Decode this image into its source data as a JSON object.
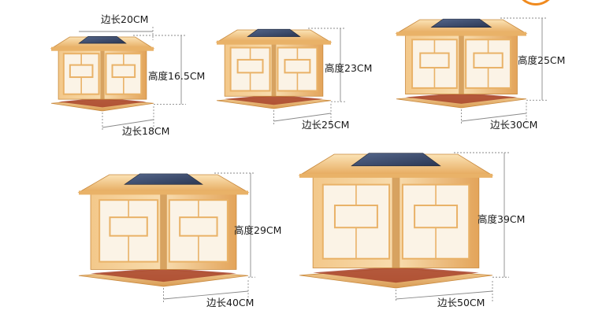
{
  "colors": {
    "gold_light": "#f7d49a",
    "gold": "#e9b268",
    "gold_dark": "#c98a3e",
    "panel": "#fbf3e6",
    "solar": "#3a4a6a",
    "base_red": "#a8432c",
    "dim_line": "#8a8a8a",
    "accent": "#f08a1e"
  },
  "lamps": [
    {
      "width_label": "边长18CM",
      "height_label": "高度16.5CM",
      "top_label": "边长20CM"
    },
    {
      "width_label": "边长25CM",
      "height_label": "高度23CM"
    },
    {
      "width_label": "边长30CM",
      "height_label": "高度25CM"
    },
    {
      "width_label": "边长40CM",
      "height_label": "高度29CM"
    },
    {
      "width_label": "边长50CM",
      "height_label": "高度39CM"
    }
  ]
}
